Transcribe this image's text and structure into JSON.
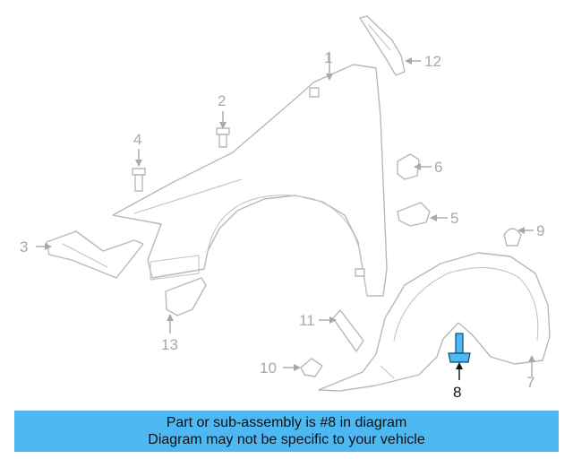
{
  "diagram": {
    "callouts": [
      "1",
      "2",
      "3",
      "4",
      "5",
      "6",
      "7",
      "8",
      "9",
      "10",
      "11",
      "12",
      "13"
    ],
    "highlighted_part": "8",
    "colors": {
      "line": "#b8b8b8",
      "label": "#a8a8a8",
      "highlight_part": "#4db8f2",
      "highlight_label": "#111111"
    }
  },
  "banner": {
    "line1": "Part or sub-assembly is #8 in diagram",
    "line2": "Diagram may not be specific to your vehicle",
    "color": "#4db8f2"
  }
}
